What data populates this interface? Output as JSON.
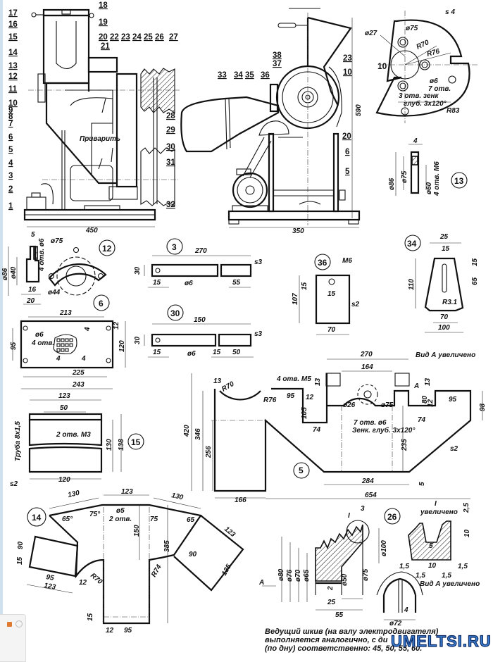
{
  "assembly_side": {
    "callouts": [
      "17",
      "16",
      "15",
      "14",
      "13",
      "12",
      "11",
      "10",
      "9",
      "8",
      "7",
      "6",
      "5",
      "4",
      "3",
      "2",
      "1",
      "18",
      "19",
      "20",
      "22",
      "23",
      "24",
      "25",
      "26",
      "27",
      "21",
      "28",
      "29",
      "30",
      "31",
      "32"
    ],
    "note": [
      "Приварить"
    ],
    "dims": [
      "450"
    ]
  },
  "assembly_front": {
    "callouts": [
      "33",
      "34",
      "35",
      "36",
      "38",
      "37",
      "23",
      "10",
      "20",
      "6",
      "5"
    ],
    "dims": [
      "590",
      "350"
    ]
  },
  "part_10": {
    "id": [
      "10"
    ],
    "dims": [
      "s 4",
      "ø75",
      "ø27",
      "R70",
      "R76",
      "ø6",
      "7 отв.",
      "3 отв. зенк",
      "глуб. 3x120°",
      "R83"
    ]
  },
  "part_13": {
    "id": [
      "13"
    ],
    "dims": [
      "4",
      "ø86",
      "ø75",
      "ø60",
      "4 отв. M6"
    ]
  },
  "part_12": {
    "id": [
      "12"
    ],
    "dims": [
      "5",
      "ø75",
      "ø86",
      "ø40",
      "4 отв. ø6",
      "ø44",
      "16",
      "20"
    ]
  },
  "part_3": {
    "id": [
      "3"
    ],
    "dims": [
      "270",
      "30",
      "15",
      "ø6",
      "55",
      "s3"
    ]
  },
  "part_6": {
    "id": [
      "6"
    ],
    "dims": [
      "213",
      "ø6",
      "4 отв.",
      "4",
      "4",
      "4",
      "95",
      "12",
      "120",
      "225",
      "243"
    ]
  },
  "part_30": {
    "id": [
      "30"
    ],
    "dims": [
      "150",
      "30",
      "15",
      "ø6",
      "15",
      "50",
      "s3"
    ]
  },
  "part_36": {
    "id": [
      "36"
    ],
    "dims": [
      "M6",
      "107",
      "15",
      "15",
      "s2",
      "70"
    ]
  },
  "part_34": {
    "id": [
      "34"
    ],
    "dims": [
      "25",
      "15",
      "110",
      "15",
      "65",
      "R3.1",
      "70",
      "100"
    ]
  },
  "part_15": {
    "id": [
      "15"
    ],
    "dims": [
      "123",
      "50",
      "2 отв. M3",
      "Труба 8x1,5",
      "130",
      "138",
      "120",
      "s2"
    ]
  },
  "part_5": {
    "id": [
      "5"
    ],
    "dims": [
      "270",
      "164",
      "Вид А увеличено",
      "13",
      "R70",
      "4 отв. M5",
      "95",
      "12",
      "13",
      "105",
      "74",
      "ø26",
      "ø75",
      "7 отв. ø6",
      "Зенк. глуб. 3x120°",
      "A",
      "13",
      "80",
      "12",
      "95",
      "74",
      "98",
      "420",
      "346",
      "256",
      "235",
      "s2",
      "284",
      "5",
      "654",
      "166",
      "R76"
    ]
  },
  "part_14": {
    "id": [
      "14"
    ],
    "dims": [
      "130",
      "123",
      "130",
      "65°",
      "75°",
      "ø5",
      "2 отв.",
      "75",
      "65",
      "123",
      "90",
      "15",
      "95",
      "123",
      "12",
      "R70",
      "150",
      "R74",
      "385",
      "90",
      "135",
      "15",
      "12",
      "95"
    ]
  },
  "part_26": {
    "id": [
      "26"
    ],
    "dims": [
      "I",
      "3",
      "I",
      "увеличено",
      "2,5",
      "10",
      "5",
      "1,5",
      "10",
      "1,5",
      "1,5",
      "1,5",
      "Вид А увеличено",
      "ø100",
      "ø80",
      "ø76",
      "ø70",
      "ø65",
      "ø50",
      "ø75",
      "2",
      "25",
      "55",
      "A",
      "4",
      "ø72"
    ]
  },
  "caption": {
    "lines": [
      "Ведущий шкив (на валу электродвигателя)",
      "выполняется аналогично, с ди",
      "(по дну) соответственно: 45, 50, 55, 60."
    ]
  },
  "watermark": "UMELTSI.RU",
  "colors": {
    "ink": "#111111",
    "watermark": "#3a7fd0"
  }
}
